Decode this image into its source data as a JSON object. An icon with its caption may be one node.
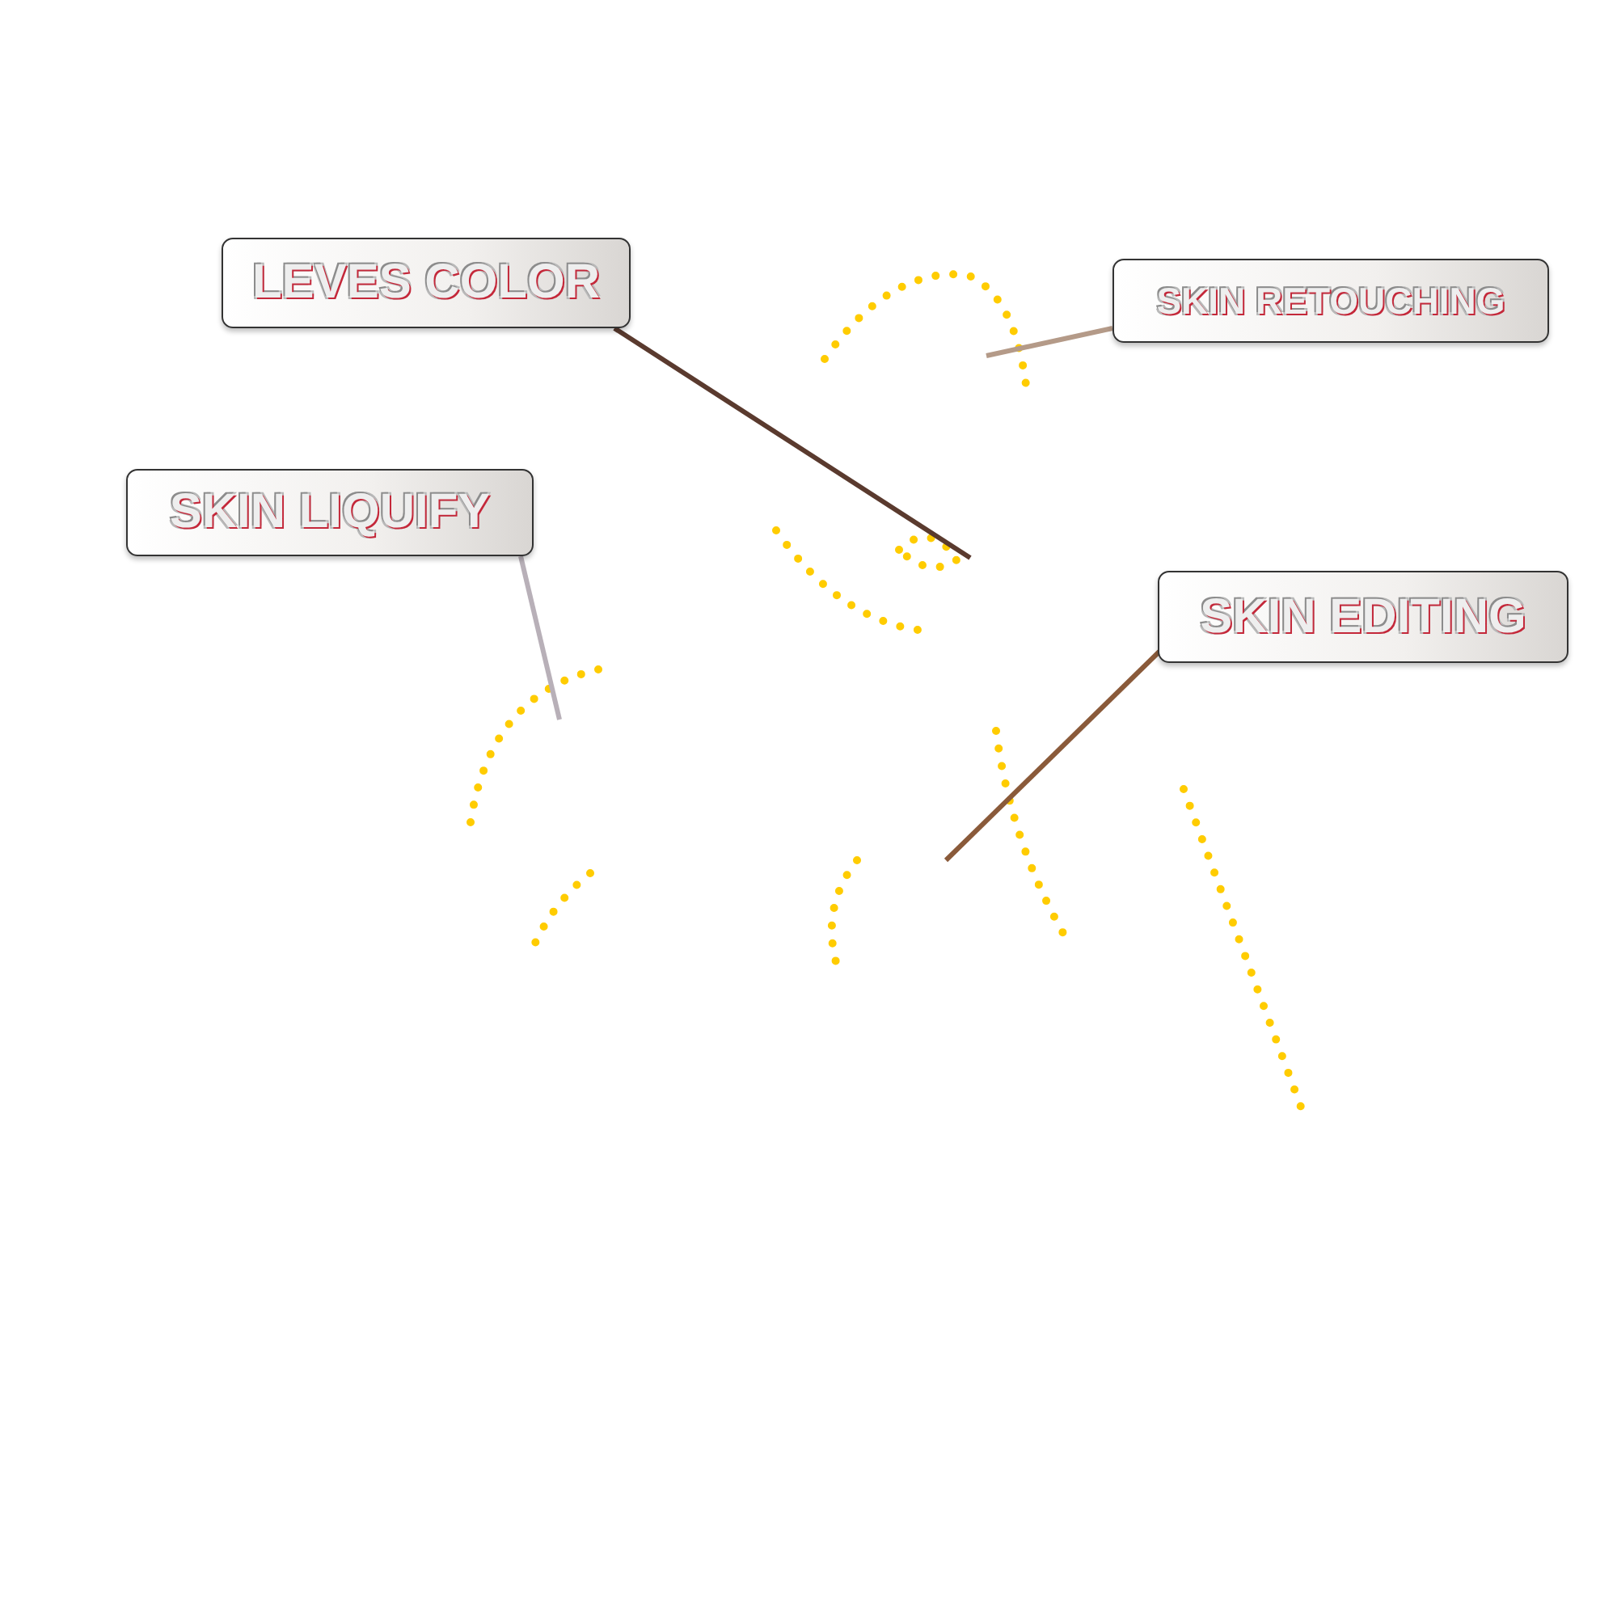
{
  "diagram": {
    "nodes": [
      {
        "text": [
          "LEVES COLOR"
        ]
      },
      {
        "text": [
          "SKIN RETOUCHING"
        ]
      },
      {
        "text": [
          "SKIN LIQUIFY"
        ]
      },
      {
        "text": [
          "SKIN EDITING"
        ]
      }
    ],
    "edges": [
      {
        "from": 0,
        "to": null,
        "arrow": "none",
        "color": "#5a3a2e"
      },
      {
        "from": 1,
        "to": null,
        "arrow": "none",
        "color": "#b49a88"
      },
      {
        "from": 2,
        "to": null,
        "arrow": "none",
        "color": "#b8b0b8"
      },
      {
        "from": 3,
        "to": null,
        "arrow": "none",
        "color": "#8a5a3a"
      }
    ]
  }
}
